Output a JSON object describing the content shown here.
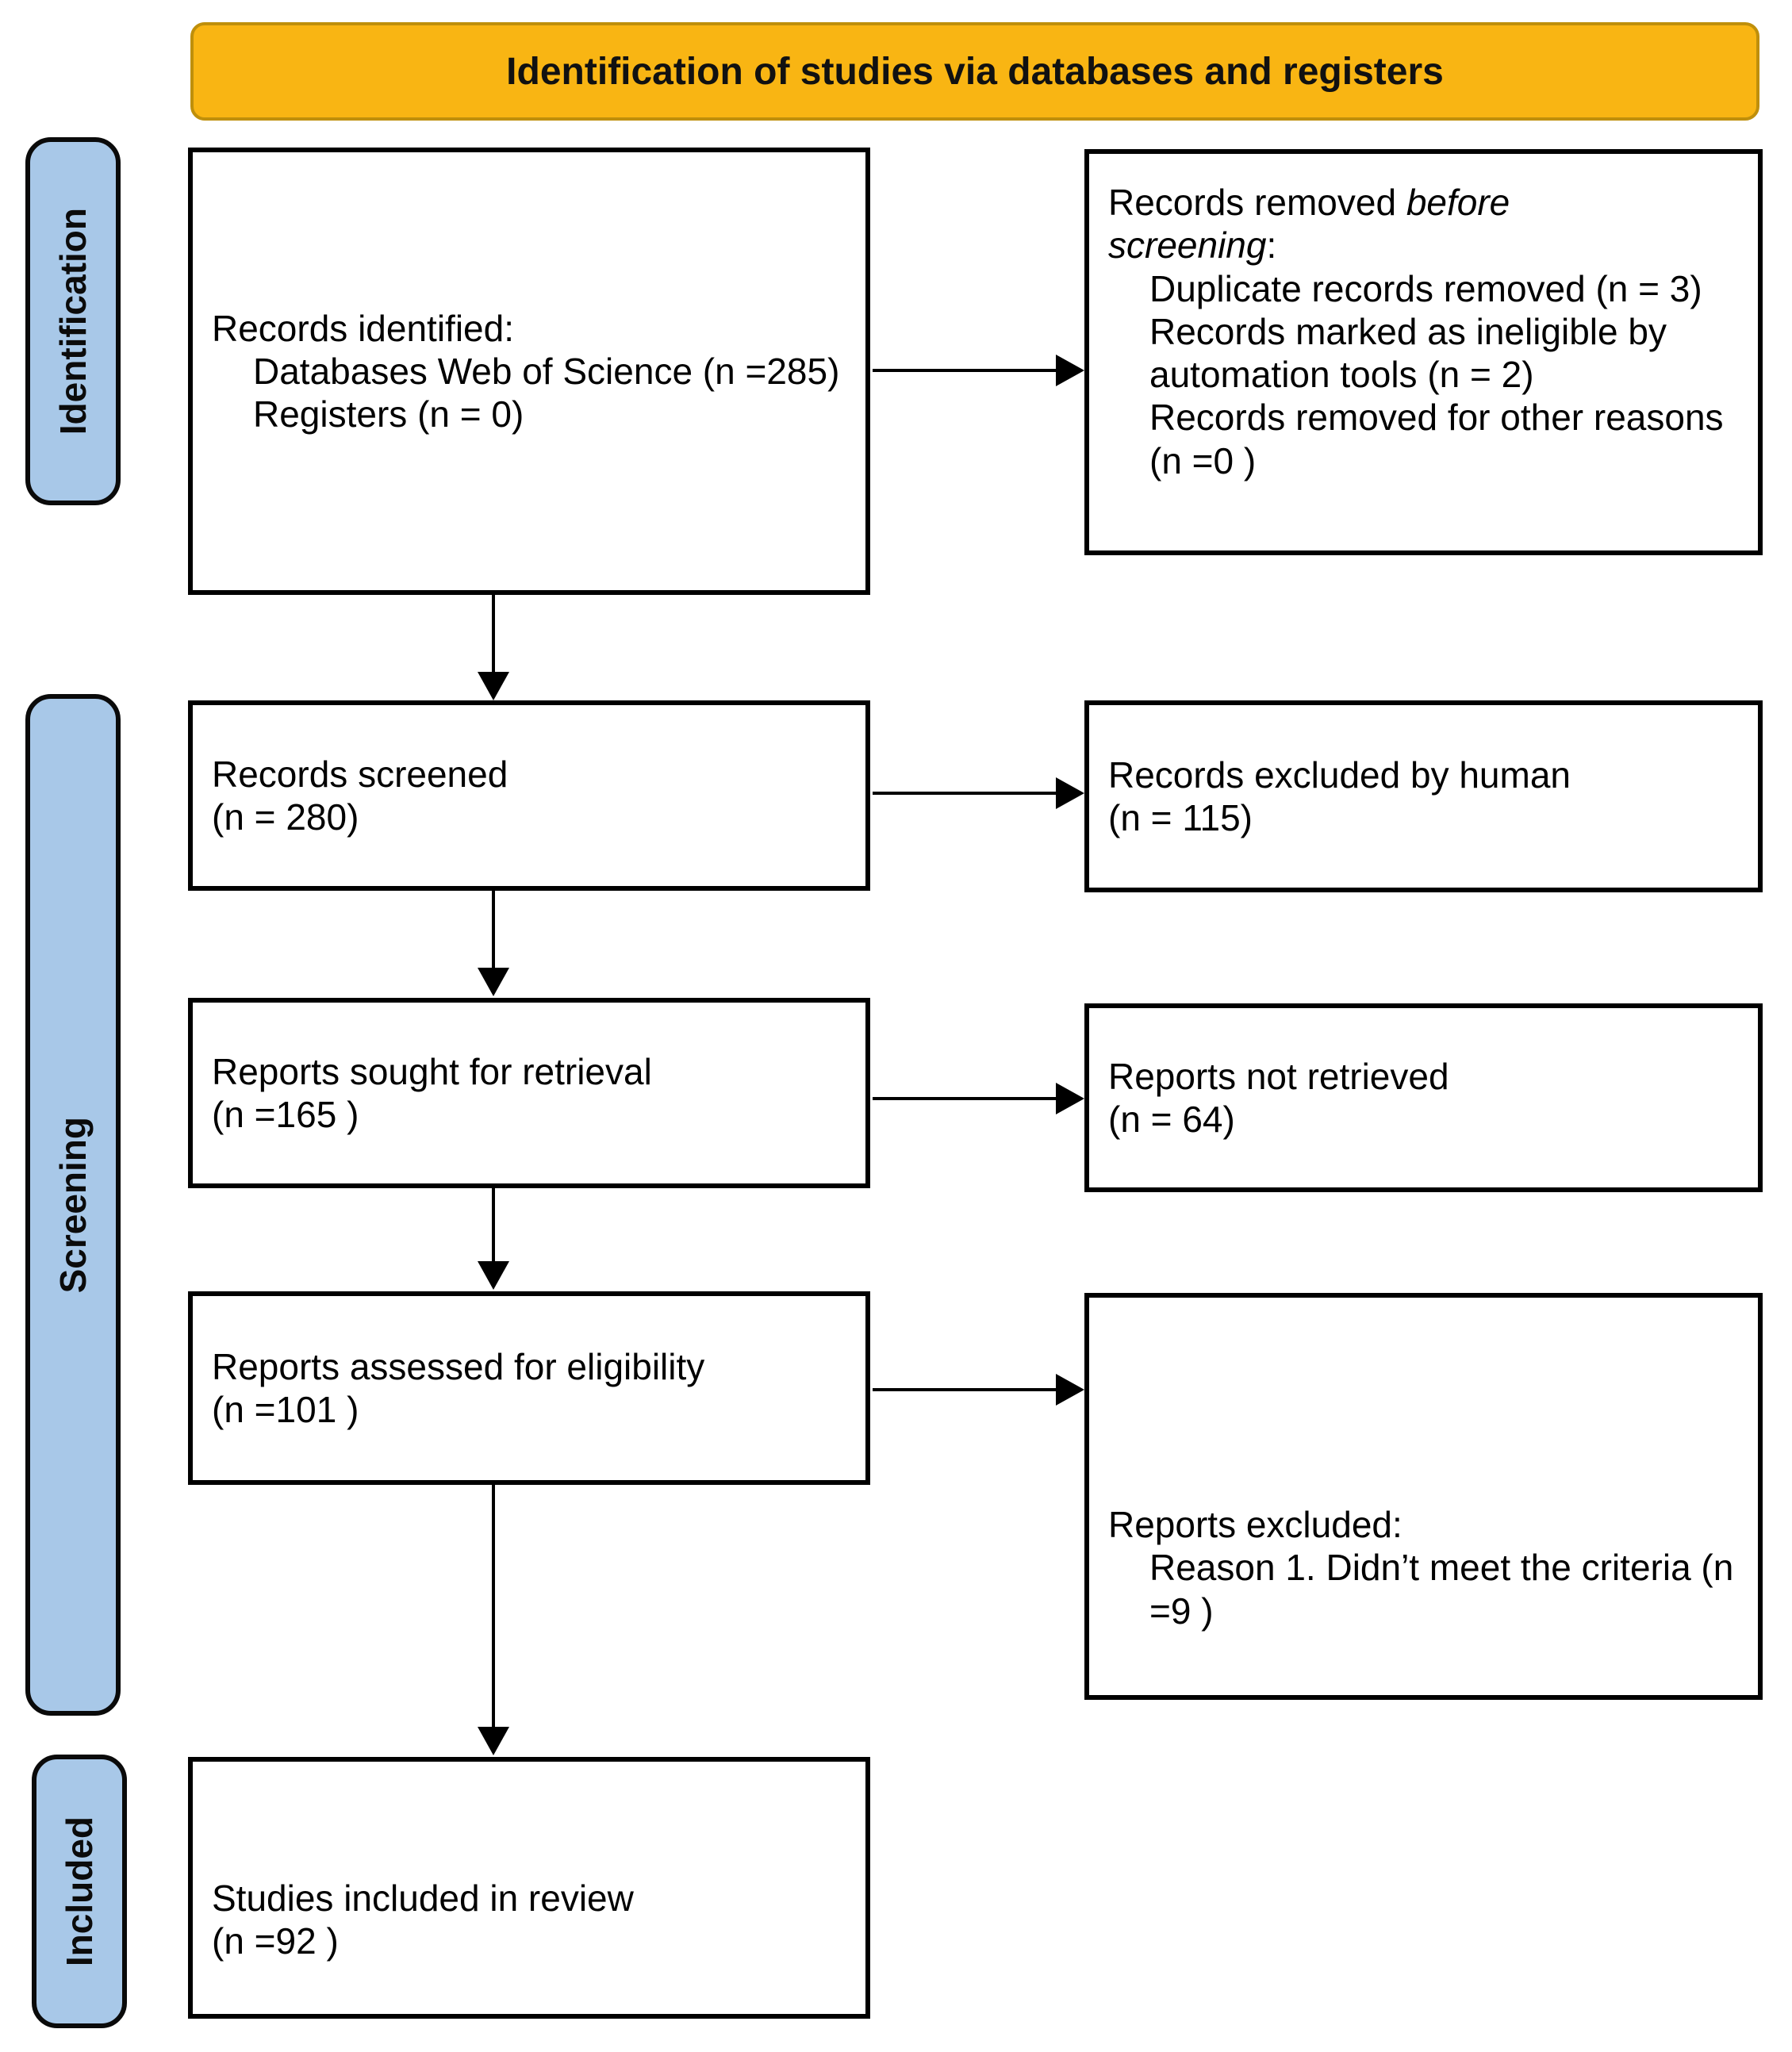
{
  "banner": {
    "title": "Identification of studies via databases and registers"
  },
  "sidebars": {
    "identification": "Identification",
    "screening": "Screening",
    "included": "Included"
  },
  "boxes": {
    "records_identified": {
      "heading": "Records identified:",
      "items": [
        "Databases Web of Science (n =285)",
        "Registers (n = 0)"
      ]
    },
    "records_removed": {
      "heading_prefix": "Records removed ",
      "heading_italic": "before screening",
      "heading_suffix": ":",
      "items": [
        "Duplicate records removed (n = 3)",
        "Records marked as ineligible by automation tools (n = 2)",
        "Records removed for other reasons (n =0 )"
      ]
    },
    "records_screened": {
      "label": "Records screened",
      "count": "(n = 280)"
    },
    "records_excluded": {
      "label": "Records excluded by human",
      "count": "(n = 115)"
    },
    "reports_sought": {
      "label": "Reports sought for retrieval",
      "count": "(n =165 )"
    },
    "reports_not_retrieved": {
      "label": "Reports not retrieved",
      "count": "(n = 64)"
    },
    "reports_assessed": {
      "label": "Reports assessed for eligibility",
      "count": "(n =101 )"
    },
    "reports_excluded": {
      "heading": "Reports excluded:",
      "items": [
        "Reason 1. Didn’t meet the criteria (n =9 )"
      ]
    },
    "studies_included": {
      "label": "Studies included in review",
      "count": "(n =92 )"
    }
  },
  "colors": {
    "banner_fill": "#F9B513",
    "banner_border": "#BF8F0B",
    "sidebar_fill": "#A8C8E8",
    "box_border": "#000000",
    "text": "#000000"
  }
}
